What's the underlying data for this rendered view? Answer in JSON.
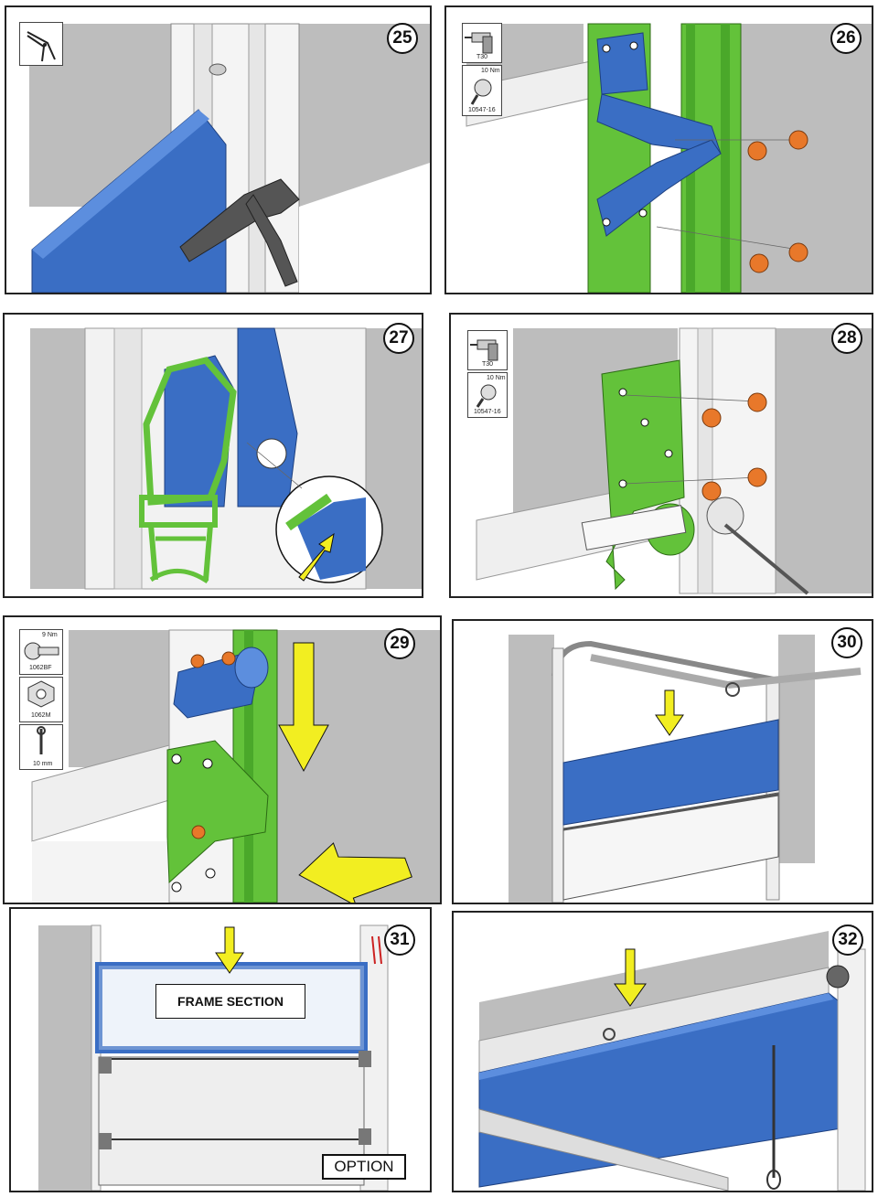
{
  "colors": {
    "blue": "#3a6ec4",
    "green": "#63c23a",
    "orange": "#e8782a",
    "yellow": "#f2ee21",
    "grey": "#b9b9b9",
    "darkgrey": "#555555"
  },
  "panels": [
    {
      "step": "25",
      "icons": [
        "pliers-icon"
      ]
    },
    {
      "step": "26",
      "tools": {
        "bit": "T30",
        "torque": "10 Nm",
        "screw": "10547-16"
      }
    },
    {
      "step": "27"
    },
    {
      "step": "28",
      "tools": {
        "bit": "T30",
        "torque": "10 Nm",
        "screw": "10547-16"
      }
    },
    {
      "step": "29",
      "tools": {
        "torque": "9 Nm",
        "bolt": "1062BF",
        "nut": "1062M",
        "wrench": "10 mm"
      }
    },
    {
      "step": "30"
    },
    {
      "step": "31",
      "frame_label": "FRAME SECTION",
      "option_label": "OPTION"
    },
    {
      "step": "32"
    }
  ]
}
